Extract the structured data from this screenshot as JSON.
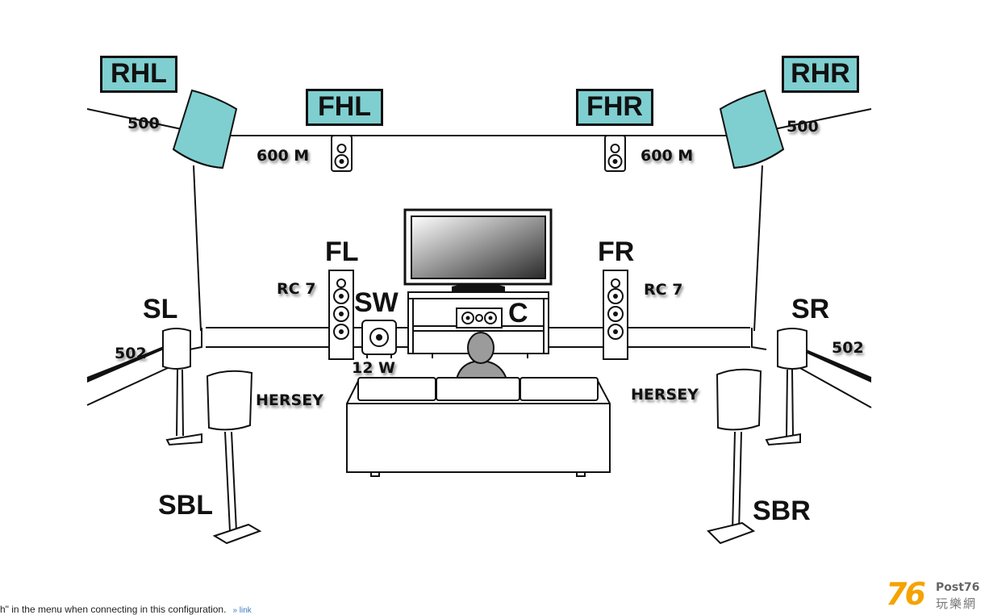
{
  "channels": {
    "rhl": "RHL",
    "fhl": "FHL",
    "fhr": "FHR",
    "rhr": "RHR",
    "fl": "FL",
    "fr": "FR",
    "sw": "SW",
    "c": "C",
    "sl": "SL",
    "sr": "SR",
    "sbl": "SBL",
    "sbr": "SBR"
  },
  "models": {
    "rhl": "500",
    "rhr": "500",
    "fhl": "600 M",
    "fhr": "600 M",
    "fl": "RC 7",
    "fr": "RC 7",
    "sw": "12 W",
    "sl": "502",
    "sr": "502",
    "sbl": "HERSEY",
    "sbr": "HERSEY"
  },
  "colors": {
    "height_box": "#7fcfd0",
    "line": "#111111"
  },
  "footnote": {
    "text": "h\" in the menu when connecting in this configuration.",
    "link": "» link"
  },
  "logo": {
    "number": "76",
    "brand": "Post76",
    "chinese": "玩樂網"
  }
}
